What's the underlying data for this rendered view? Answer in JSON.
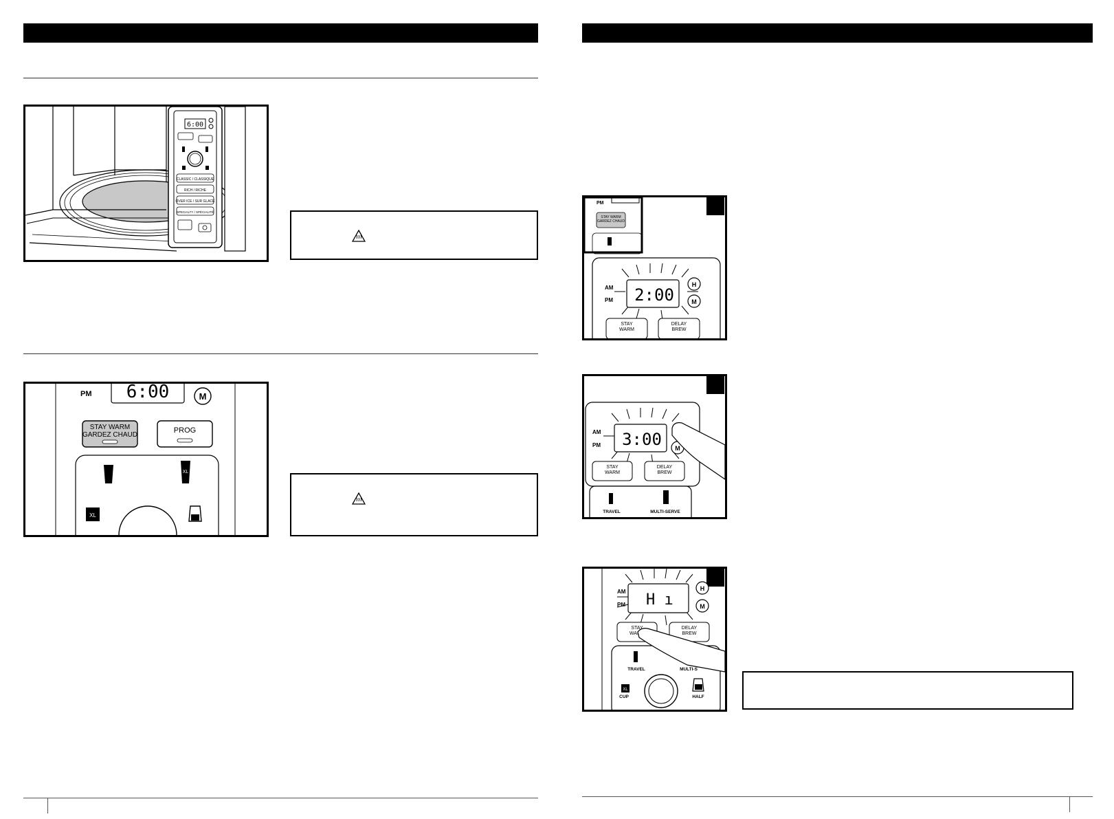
{
  "left_page": {
    "fig1": {
      "display_time": "6:00",
      "buttons": [
        "CLASSIC / CLASSIQUE",
        "RICH / RICHE",
        "OVER ICE / SUR GLACE",
        "SPECIALTY / SPÉCIALITÉ"
      ]
    },
    "fig2": {
      "pm_label": "PM",
      "display_time": "6:00",
      "m_button": "M",
      "stay_warm_label": "STAY WARM",
      "gardez_chaud_label": "GARDEZ CHAUD",
      "prog_label": "PROG",
      "xl_label": "XL"
    }
  },
  "right_page": {
    "step1": {
      "am_label": "AM",
      "pm_label": "PM",
      "display_time": "2:00",
      "h_button": "H",
      "m_button": "M",
      "stay_label": "STAY",
      "warm_label": "WARM",
      "delay_label": "DELAY",
      "brew_label": "BREW",
      "inset_pm": "PM",
      "inset_stay_warm": "STAY WARM",
      "inset_gardez": "GARDEZ CHAUD"
    },
    "step2": {
      "am_label": "AM",
      "pm_label": "PM",
      "display_time": "3:00",
      "m_button": "M",
      "stay_label": "STAY",
      "warm_label": "WARM",
      "delay_label": "DELAY",
      "brew_label": "BREW",
      "travel_label": "TRAVEL",
      "multi_serve_label": "MULTI-SERVE"
    },
    "step3": {
      "am_label": "AM",
      "pm_label": "PM",
      "display_text": "H ı",
      "h_button": "H",
      "m_button": "M",
      "stay_label": "STAY",
      "warm_label": "WARM",
      "delay_label": "DELAY",
      "brew_label": "BREW",
      "travel_label": "TRAVEL",
      "multi_serve_label": "MULTI-S",
      "cup_label": "CUP",
      "half_label": "HALF",
      "xl_label": "XL"
    }
  }
}
